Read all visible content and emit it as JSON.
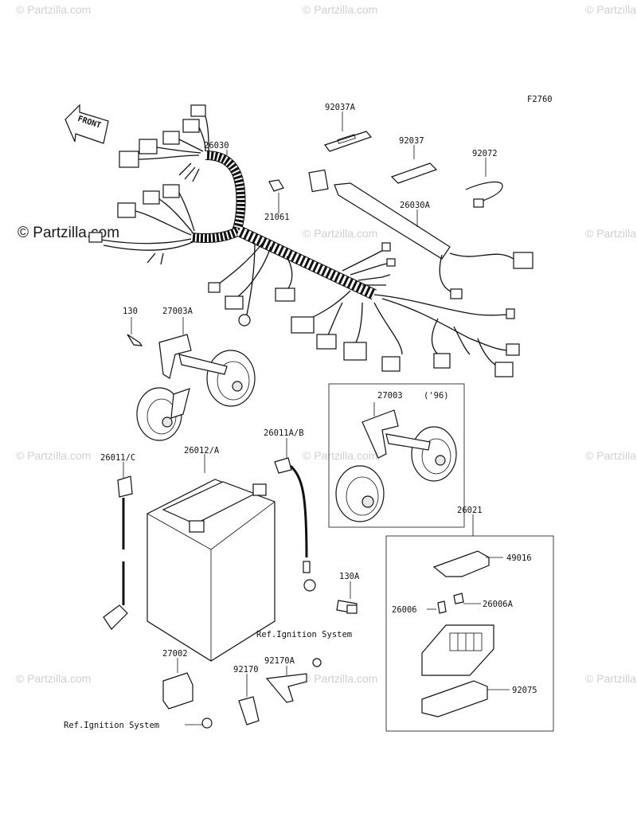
{
  "figure_code": "F2760",
  "front_label": "FRONT",
  "watermark": "© Partzilla.com",
  "labels": {
    "p26030": "26030",
    "p92037A": "92037A",
    "p92037": "92037",
    "p92072": "92072",
    "p21061": "21061",
    "p26030A": "26030A",
    "p130": "130",
    "p27003A": "27003A",
    "p27003": "27003",
    "p96": "('96)",
    "p26011AB": "26011A/B",
    "p26012A": "26012/A",
    "p26011C": "26011/C",
    "p26021": "26021",
    "p49016": "49016",
    "p130A": "130A",
    "p26006": "26006",
    "p26006A": "26006A",
    "refIgn1": "Ref.Ignition System",
    "p27002": "27002",
    "p92170A": "92170A",
    "p92170": "92170",
    "p92075": "92075",
    "refIgn2": "Ref.Ignition System"
  }
}
